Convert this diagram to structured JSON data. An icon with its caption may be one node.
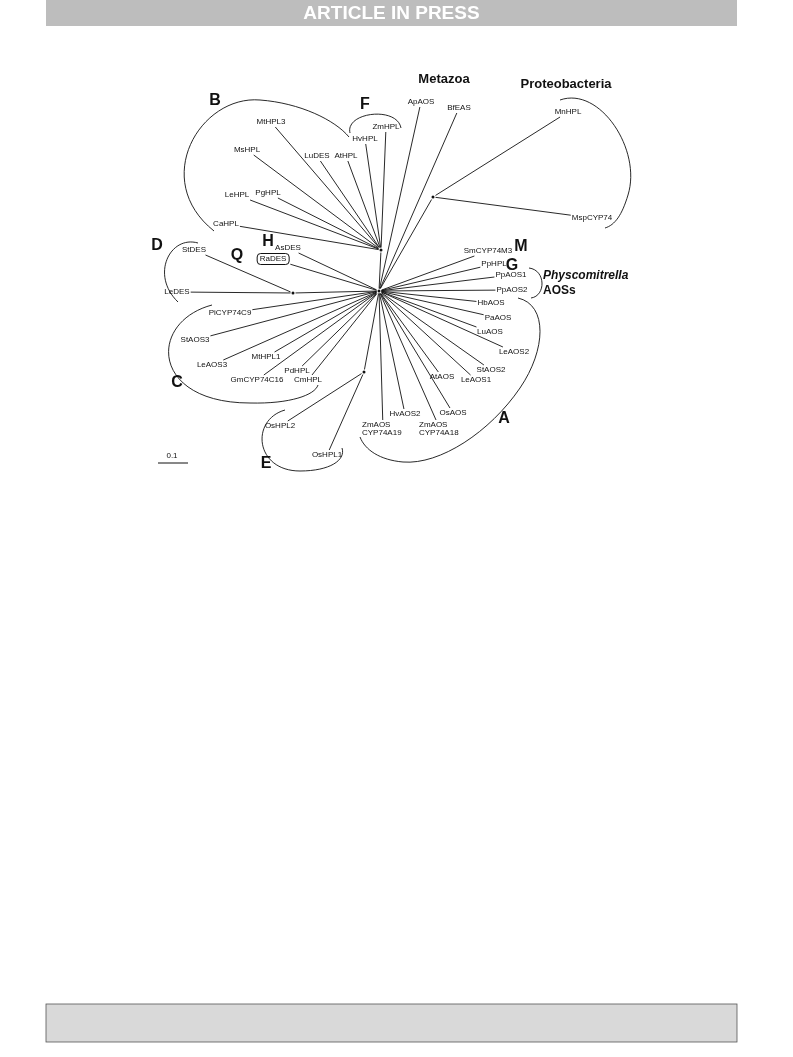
{
  "diagram": {
    "nodes": [
      {
        "text": [
          "MtHPL3"
        ]
      },
      {
        "text": [
          "MsHPL"
        ]
      },
      {
        "text": [
          "LuDES"
        ]
      },
      {
        "text": [
          "AtHPL"
        ]
      },
      {
        "text": [
          "ZmHPL"
        ]
      },
      {
        "text": [
          "HvHPL"
        ]
      },
      {
        "text": [
          "ApAOS"
        ]
      },
      {
        "text": [
          "BfEAS"
        ]
      },
      {
        "text": [
          "MnHPL"
        ]
      },
      {
        "text": [
          "MspCYP74"
        ]
      },
      {
        "text": [
          "LeHPL"
        ]
      },
      {
        "text": [
          "PgHPL"
        ]
      },
      {
        "text": [
          "CaHPL"
        ]
      },
      {
        "text": [
          "StDES"
        ]
      },
      {
        "text": [
          "AsDES"
        ]
      },
      {
        "text": [
          "RaDES"
        ]
      },
      {
        "text": [
          "LeDES"
        ]
      },
      {
        "text": [
          "SmCYP74M3"
        ]
      },
      {
        "text": [
          "PpHPL"
        ]
      },
      {
        "text": [
          "PpAOS1"
        ]
      },
      {
        "text": [
          "PpAOS2"
        ]
      },
      {
        "text": [
          "HbAOS"
        ]
      },
      {
        "text": [
          "PaAOS"
        ]
      },
      {
        "text": [
          "LuAOS"
        ]
      },
      {
        "text": [
          "LeAOS2"
        ]
      },
      {
        "text": [
          "StAOS2"
        ]
      },
      {
        "text": [
          "AtAOS"
        ]
      },
      {
        "text": [
          "LeAOS1"
        ]
      },
      {
        "text": [
          "OsAOS"
        ]
      },
      {
        "text": [
          "HvAOS2"
        ]
      },
      {
        "text": [
          "ZmAOS CYP74A19"
        ]
      },
      {
        "text": [
          "ZmAOS CYP74A18"
        ]
      },
      {
        "text": [
          "PiCYP74C9"
        ]
      },
      {
        "text": [
          "StAOS3"
        ]
      },
      {
        "text": [
          "LeAOS3"
        ]
      },
      {
        "text": [
          "MtHPL1"
        ]
      },
      {
        "text": [
          "PdHPL"
        ]
      },
      {
        "text": [
          "GmCYP74C16"
        ]
      },
      {
        "text": [
          "CmHPL"
        ]
      },
      {
        "text": [
          "OsHPL2"
        ]
      },
      {
        "text": [
          "OsHPL1"
        ]
      },
      {
        "text": [],
        "shape": "dot"
      },
      {
        "text": [],
        "shape": "dot"
      },
      {
        "text": [],
        "shape": "dot"
      },
      {
        "text": [],
        "shape": "dot"
      },
      {
        "text": [],
        "shape": "dot"
      }
    ],
    "edges": [
      {
        "from": 42,
        "to": 0,
        "arrow": "none"
      },
      {
        "from": 42,
        "to": 1,
        "arrow": "none"
      },
      {
        "from": 42,
        "to": 2,
        "arrow": "none"
      },
      {
        "from": 42,
        "to": 3,
        "arrow": "none"
      },
      {
        "from": 42,
        "to": 4,
        "arrow": "none"
      },
      {
        "from": 42,
        "to": 5,
        "arrow": "none"
      },
      {
        "from": 41,
        "to": 6,
        "arrow": "none"
      },
      {
        "from": 41,
        "to": 7,
        "arrow": "none"
      },
      {
        "from": 43,
        "to": 8,
        "arrow": "none"
      },
      {
        "from": 43,
        "to": 9,
        "arrow": "none"
      },
      {
        "from": 42,
        "to": 10,
        "arrow": "none"
      },
      {
        "from": 42,
        "to": 11,
        "arrow": "none"
      },
      {
        "from": 42,
        "to": 12,
        "arrow": "none"
      },
      {
        "from": 44,
        "to": 13,
        "arrow": "none"
      },
      {
        "from": 41,
        "to": 14,
        "arrow": "none"
      },
      {
        "from": 41,
        "to": 15,
        "arrow": "none"
      },
      {
        "from": 44,
        "to": 16,
        "arrow": "none"
      },
      {
        "from": 41,
        "to": 17,
        "arrow": "none"
      },
      {
        "from": 41,
        "to": 18,
        "arrow": "none"
      },
      {
        "from": 41,
        "to": 19,
        "arrow": "none"
      },
      {
        "from": 41,
        "to": 20,
        "arrow": "none"
      },
      {
        "from": 41,
        "to": 21,
        "arrow": "none"
      },
      {
        "from": 41,
        "to": 22,
        "arrow": "none"
      },
      {
        "from": 41,
        "to": 23,
        "arrow": "none"
      },
      {
        "from": 41,
        "to": 24,
        "arrow": "none"
      },
      {
        "from": 41,
        "to": 25,
        "arrow": "none"
      },
      {
        "from": 41,
        "to": 26,
        "arrow": "none"
      },
      {
        "from": 41,
        "to": 27,
        "arrow": "none"
      },
      {
        "from": 41,
        "to": 28,
        "arrow": "none"
      },
      {
        "from": 41,
        "to": 29,
        "arrow": "none"
      },
      {
        "from": 41,
        "to": 30,
        "arrow": "none"
      },
      {
        "from": 41,
        "to": 31,
        "arrow": "none"
      },
      {
        "from": 41,
        "to": 32,
        "arrow": "none"
      },
      {
        "from": 41,
        "to": 33,
        "arrow": "none"
      },
      {
        "from": 41,
        "to": 34,
        "arrow": "none"
      },
      {
        "from": 41,
        "to": 35,
        "arrow": "none"
      },
      {
        "from": 41,
        "to": 36,
        "arrow": "none"
      },
      {
        "from": 41,
        "to": 37,
        "arrow": "none"
      },
      {
        "from": 41,
        "to": 38,
        "arrow": "none"
      },
      {
        "from": 45,
        "to": 39,
        "arrow": "none"
      },
      {
        "from": 45,
        "to": 40,
        "arrow": "none"
      },
      {
        "from": 41,
        "to": 42,
        "arrow": "none"
      },
      {
        "from": 41,
        "to": 43,
        "arrow": "none"
      },
      {
        "from": 41,
        "to": 44,
        "arrow": "none"
      },
      {
        "from": 41,
        "to": 45,
        "arrow": "none"
      }
    ],
    "labels": [
      "ARTICLE IN PRESS",
      "Metazoa",
      "Proteobacteria",
      "F",
      "B",
      "D",
      "H",
      "Q",
      "M",
      "G",
      "*Physcomitrella* AOSs",
      "C",
      "A",
      "E",
      "0.1"
    ]
  }
}
